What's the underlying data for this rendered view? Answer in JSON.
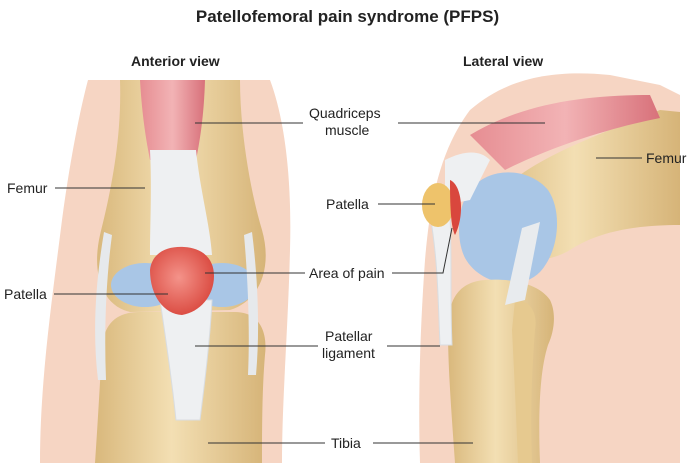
{
  "title": "Patellofemoral pain syndrome (PFPS)",
  "views": {
    "anterior": "Anterior view",
    "lateral": "Lateral view"
  },
  "labels": {
    "quadriceps_line1": "Quadriceps",
    "quadriceps_line2": "muscle",
    "femur_left": "Femur",
    "femur_right": "Femur",
    "patella_left": "Patella",
    "patella_right": "Patella",
    "area_of_pain": "Area of pain",
    "patellar_line1": "Patellar",
    "patellar_line2": "ligament",
    "tibia": "Tibia"
  },
  "colors": {
    "skin": "#f6d5c3",
    "bone": "#ecd3a0",
    "bone_shade": "#d4b476",
    "muscle": "#dd7f86",
    "tendon": "#eef0f2",
    "cartilage": "#a9c6e6",
    "pain": "#e2574c",
    "leader_line": "#333333"
  }
}
